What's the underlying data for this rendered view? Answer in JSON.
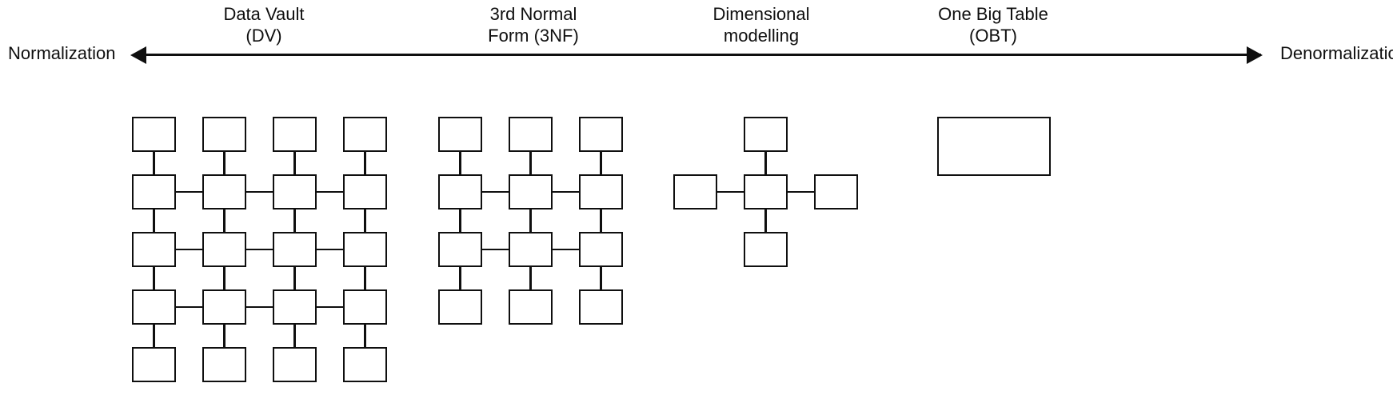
{
  "diagram": {
    "axis": {
      "left_label": "Normalization",
      "right_label": "Denormalization",
      "line_color": "#0f0f0f",
      "left_arrow_icon": "arrow-left-icon",
      "right_arrow_icon": "arrow-right-icon"
    },
    "columns": [
      {
        "id": "dv",
        "title": "Data Vault\n(DV)",
        "model": "grid",
        "cols": 4,
        "rows": 5,
        "box_count": 20
      },
      {
        "id": "3nf",
        "title": "3rd Normal\nForm (3NF)",
        "model": "grid",
        "cols": 3,
        "rows": 4,
        "box_count": 12
      },
      {
        "id": "dim",
        "title": "Dimensional\nmodelling",
        "model": "star",
        "cols": 3,
        "rows": 3,
        "box_count": 5
      },
      {
        "id": "obt",
        "title": "One Big Table\n(OBT)",
        "model": "single",
        "cols": 1,
        "rows": 1,
        "box_count": 1
      }
    ],
    "style": {
      "box_fill": "#ffffff",
      "box_stroke": "#0f0f0f",
      "background": "#ffffff",
      "text_color": "#0f0f0f"
    }
  }
}
